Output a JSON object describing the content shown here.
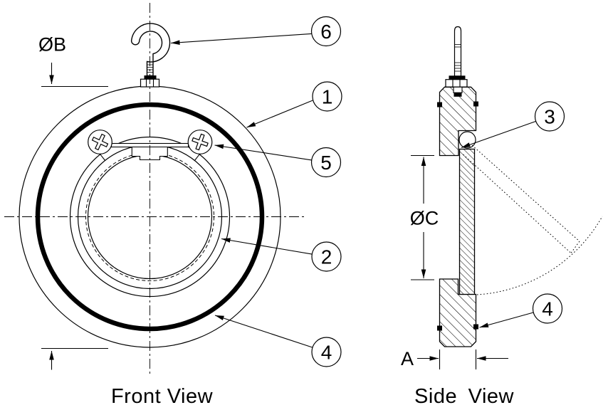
{
  "labels": {
    "front_view": "Front View",
    "side_view": "Side View",
    "dim_diameter_b": "ØB",
    "dim_diameter_c": "ØC",
    "dim_a": "A"
  },
  "callouts": {
    "front": [
      "6",
      "1",
      "5",
      "2",
      "4"
    ],
    "side": [
      "3",
      "4"
    ]
  },
  "colors": {
    "line": "#000000",
    "background": "#ffffff"
  }
}
